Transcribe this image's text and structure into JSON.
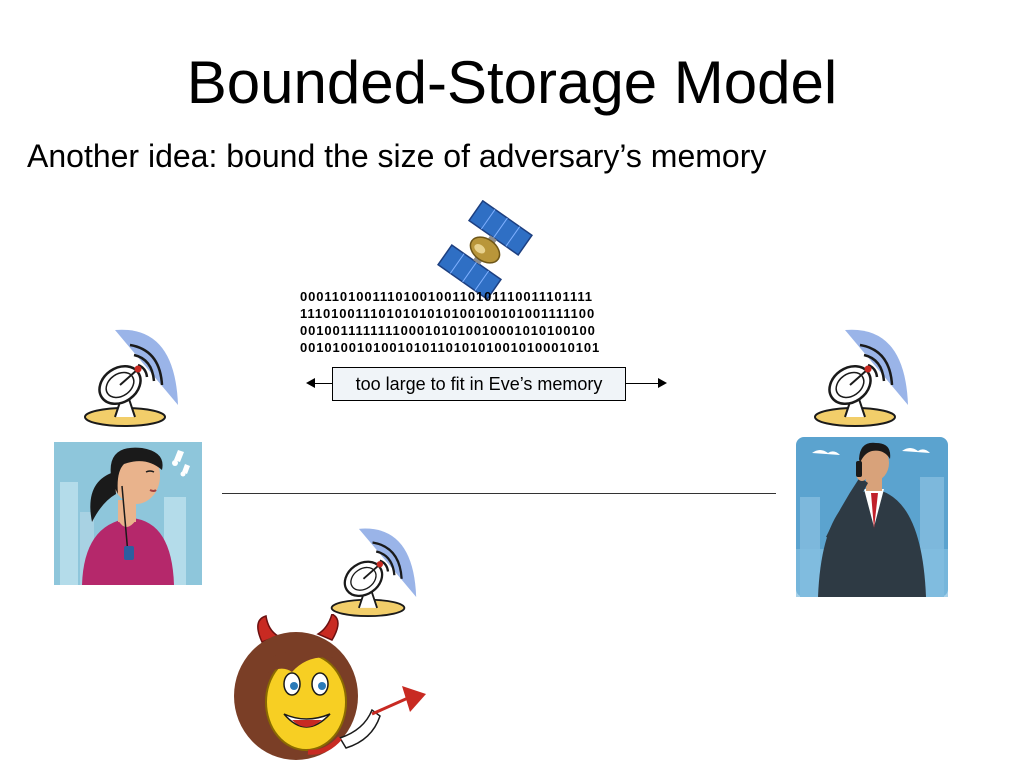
{
  "slide": {
    "title": "Bounded-Storage Model",
    "subtitle": "Another idea: bound the size of adversary’s memory"
  },
  "broadcast": {
    "bit_lines": [
      "0001101001110100100110101110011101111",
      "1110100111010101010100100101001111100",
      "0010011111111000101010010001010100100",
      "0010100101001010110101010010100010101"
    ],
    "note": "too large to fit in Eve’s memory"
  },
  "colors": {
    "dish_blue": "#9ab4e8",
    "dish_yellow": "#f2ce6a",
    "satellite_panel": "#2f6fc4",
    "satellite_body": "#b9963a",
    "alice_bg": "#8ec6db",
    "bob_bg": "#5ba3cf",
    "eve_face": "#f7cf23",
    "eve_hair": "#7a3e26",
    "eve_horns": "#c82a22"
  },
  "icons": {
    "satellite": "satellite-icon",
    "dish": "satellite-dish-icon",
    "alice": "woman-with-earphones-illustration",
    "bob": "businessman-on-phone-illustration",
    "eve": "devil-emoticon-illustration"
  }
}
